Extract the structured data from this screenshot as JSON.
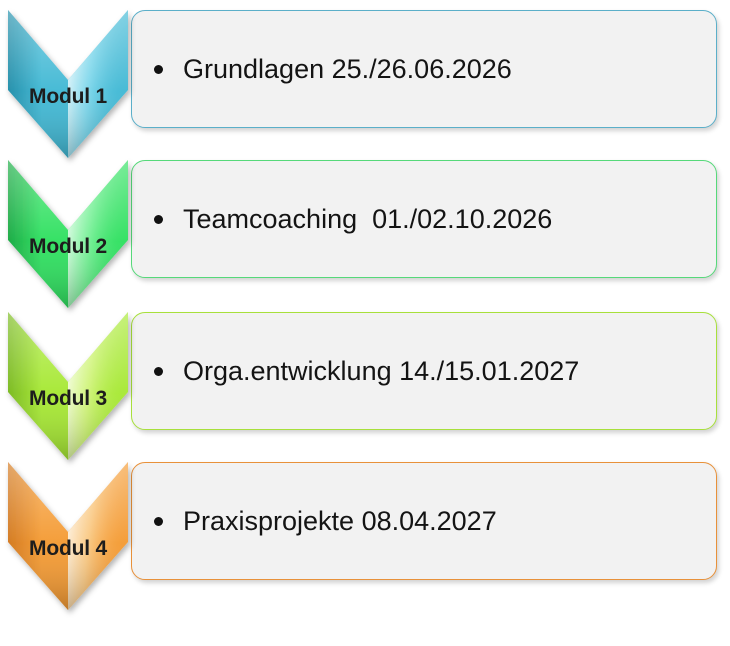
{
  "diagram": {
    "type": "smartart-vertical-chevron-process",
    "title": "",
    "background": "#ffffff",
    "steps": [
      {
        "label": "Modul 1",
        "text": "Grundlagen 25./26.06.2026",
        "topic": "Grundlagen",
        "date": "25./26.06.2026",
        "color": "#3FB8D4",
        "color_light": "#8FE0F2",
        "color_dark": "#1E8CA8",
        "border_color": "#5BAFC9",
        "panel_fill": "#F2F2F2",
        "bullet": "•"
      },
      {
        "label": "Modul 2",
        "text": "Teamcoaching  01./02.10.2026",
        "topic": "Teamcoaching",
        "date": "01./02.10.2026",
        "color": "#2EE05F",
        "color_light": "#8DF5A8",
        "color_dark": "#14A83F",
        "border_color": "#56D97A",
        "panel_fill": "#F2F2F2",
        "bullet": "•"
      },
      {
        "label": "Modul 3",
        "text": "Orga.entwicklung 14./15.01.2027",
        "topic": "Orga.entwicklung",
        "date": "14./15.01.2027",
        "color": "#A6E832",
        "color_light": "#DCF78E",
        "color_dark": "#77B81C",
        "border_color": "#A8E03C",
        "panel_fill": "#F2F2F2",
        "bullet": "•"
      },
      {
        "label": "Modul 4",
        "text": "Praxisprojekte 08.04.2027",
        "topic": "Praxisprojekte",
        "date": "08.04.2027",
        "color": "#F49A31",
        "color_light": "#FBD79B",
        "color_dark": "#D2761A",
        "border_color": "#E8913A",
        "panel_fill": "#F2F2F2",
        "bullet": "•"
      }
    ]
  }
}
